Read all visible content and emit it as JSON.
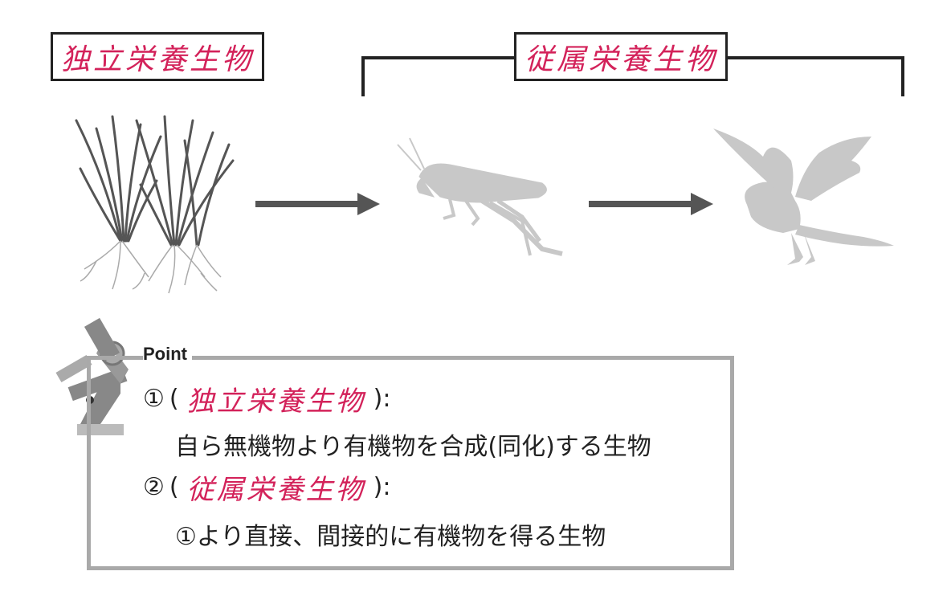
{
  "labels": {
    "autotroph": "独立栄養生物",
    "heterotroph": "従属栄養生物"
  },
  "point": {
    "title": "Point",
    "item1": {
      "num": "①",
      "open": "(",
      "answer": "独立栄養生物",
      "close": "):",
      "desc": "自ら無機物より有機物を合成(同化)する生物"
    },
    "item2": {
      "num": "②",
      "open": "(",
      "answer": "従属栄養生物",
      "close": "):",
      "desc": "①より直接、間接的に有機物を得る生物"
    }
  },
  "icons": [
    "grass-icon",
    "grasshopper-icon",
    "bird-icon",
    "microscope-icon"
  ],
  "colors": {
    "answer": "#d3225a",
    "arrow": "#555555",
    "silhouette": "#c8c8c8",
    "box": "#a9a9a9"
  }
}
